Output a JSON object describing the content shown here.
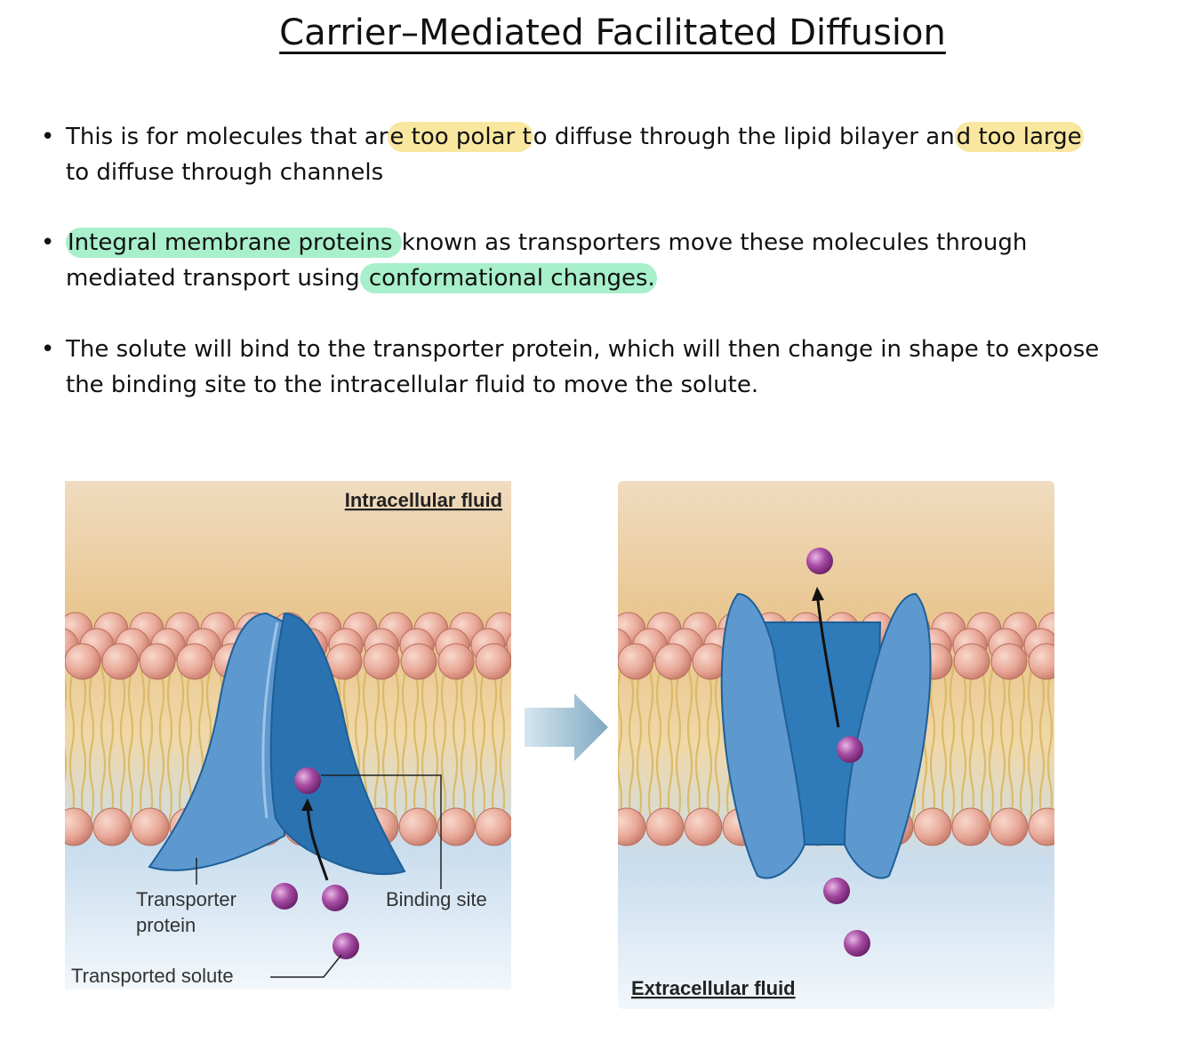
{
  "title": "Carrier–Mediated Facilitated Diffusion",
  "bullets": [
    {
      "seg1": "This is for molecules that ar",
      "hl1": "e too polar t",
      "seg2": "o diffuse through the lipid bilayer an",
      "hl2": "d too large ",
      "seg3": "to diffuse through channels"
    },
    {
      "hl1": "Integral membrane proteins ",
      "seg1": "known as transporters move these molecules through mediated transport using",
      "hl2": " conformational changes."
    },
    {
      "seg1": "The solute will bind to the transporter protein, which will then change in shape to expose the binding site to the intracellular fluid to move the solute."
    }
  ],
  "diagram": {
    "left_panel": {
      "top_label": "Intracellular fluid",
      "transporter_label_line1": "Transporter",
      "transporter_label_line2": "protein",
      "binding_site_label": "Binding site",
      "solute_label": "Transported solute"
    },
    "right_panel": {
      "bottom_label": "Extracellular fluid"
    },
    "colors": {
      "fluid_top": "#eac99a",
      "fluid_bottom": "#cfe0ee",
      "lipid_head": "#e8a898",
      "lipid_tail": "#d9b860",
      "protein": "#2f7ab8",
      "solute": "#9b3d9a",
      "arrow": "#8ab4cc"
    }
  }
}
